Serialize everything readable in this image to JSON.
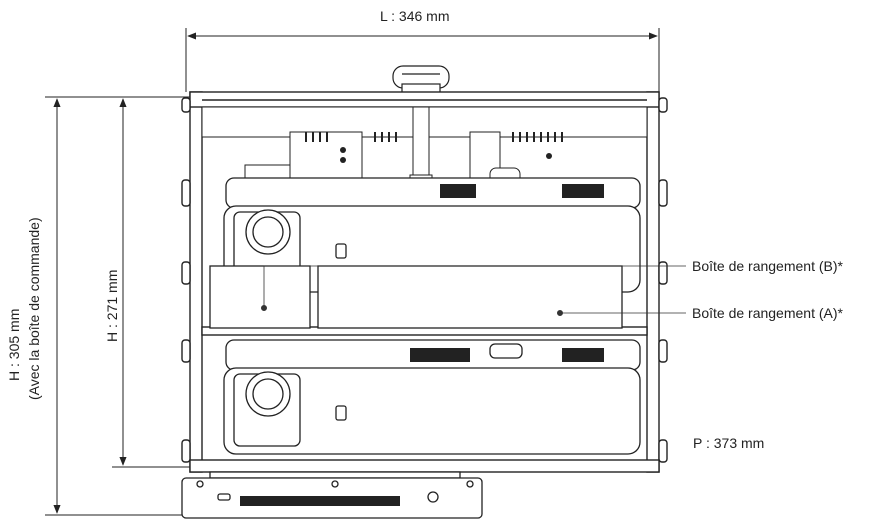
{
  "dimensions": {
    "width_label": "L : 346 mm",
    "height_label": "H : 271 mm",
    "height_with_box_line1": "H : 305 mm",
    "height_with_box_line2": "(Avec la boîte de commande)",
    "depth_label": "P : 373 mm"
  },
  "callouts": {
    "storage_box_b": "Boîte de rangement (B)*",
    "storage_box_a": "Boîte de rangement (A)*"
  },
  "colors": {
    "line": "#222222",
    "background": "#ffffff"
  }
}
